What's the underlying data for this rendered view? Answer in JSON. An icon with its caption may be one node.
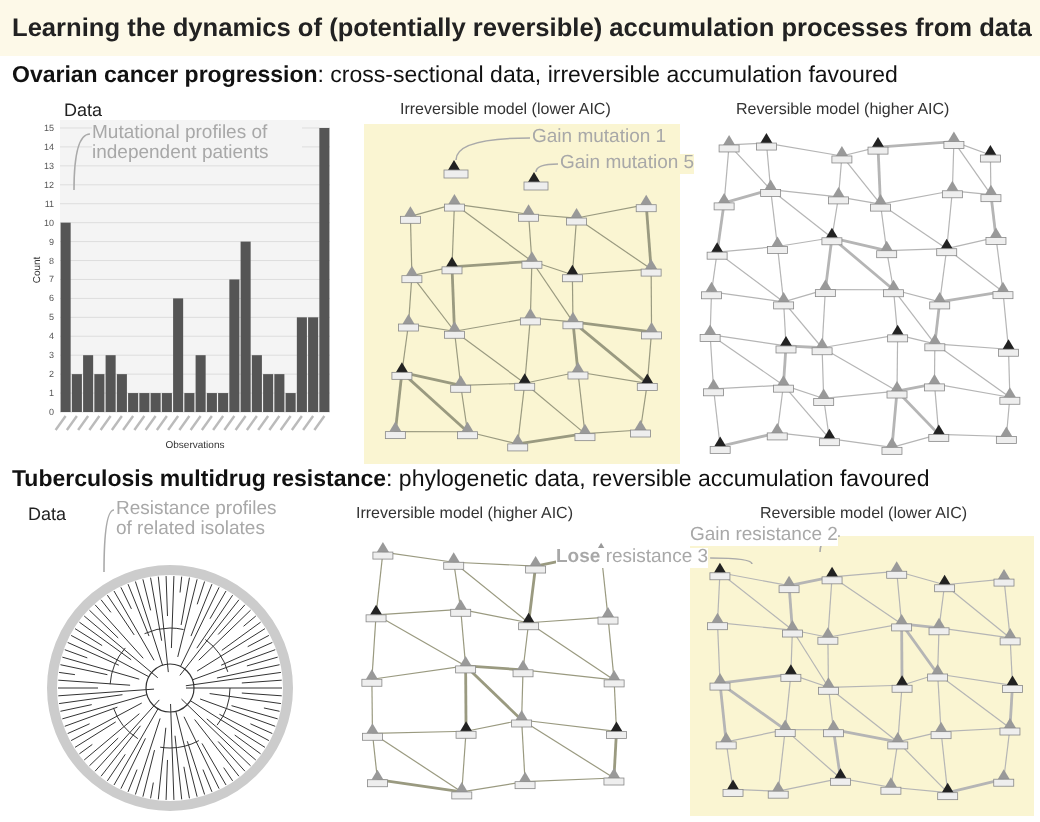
{
  "diagram": {
    "title": "Learning the dynamics of (potentially reversible) accumulation processes from data",
    "nodes": [
      {
        "text": [
          "Mutational profiles of independent patients"
        ]
      },
      {
        "text": [
          "Gain mutation 1"
        ]
      },
      {
        "text": [
          "Gain mutation 5"
        ]
      },
      {
        "text": [
          "Resistance profiles of related isolates"
        ]
      },
      {
        "text": [
          "Gain resistance 2"
        ]
      },
      {
        "text": [
          "**Lose** resistance 3"
        ]
      },
      {
        "text": [],
        "shape": "box"
      },
      {
        "text": [],
        "shape": "box"
      }
    ],
    "edges": [
      {
        "from": 0,
        "to": null,
        "arrow": "none"
      },
      {
        "from": 1,
        "to": 6,
        "arrow": "none"
      },
      {
        "from": 2,
        "to": 7,
        "arrow": "none"
      },
      {
        "from": 3,
        "to": null,
        "arrow": "none"
      },
      {
        "from": 4,
        "to": null,
        "arrow": "none"
      },
      {
        "from": 5,
        "to": null,
        "arrow": "none"
      }
    ],
    "labels": [
      "**Ovarian cancer progression**: cross-sectional data, irreversible accumulation favoured",
      "Irreversible model (lower AIC)",
      "Reversible model (higher AIC)",
      "**Tuberculosis multidrug resistance**: phylogenetic data, reversible accumulation favoured",
      "Data",
      "Irreversible model (higher AIC)",
      "Reversible model (lower AIC)"
    ],
    "chart_data": {
      "type": "bar",
      "title": "Data",
      "xlabel": "Observations",
      "ylabel": "Count",
      "values": [
        10,
        2,
        3,
        2,
        3,
        2,
        1,
        1,
        1,
        1,
        6,
        1,
        3,
        1,
        1,
        7,
        9,
        3,
        2,
        2,
        1,
        5,
        5,
        15
      ],
      "ylim": [
        0,
        15
      ],
      "grid": true,
      "yticks": [
        0,
        1,
        2,
        3,
        4,
        5,
        6,
        7,
        8,
        9,
        10,
        11,
        12,
        13,
        14,
        15
      ]
    }
  }
}
